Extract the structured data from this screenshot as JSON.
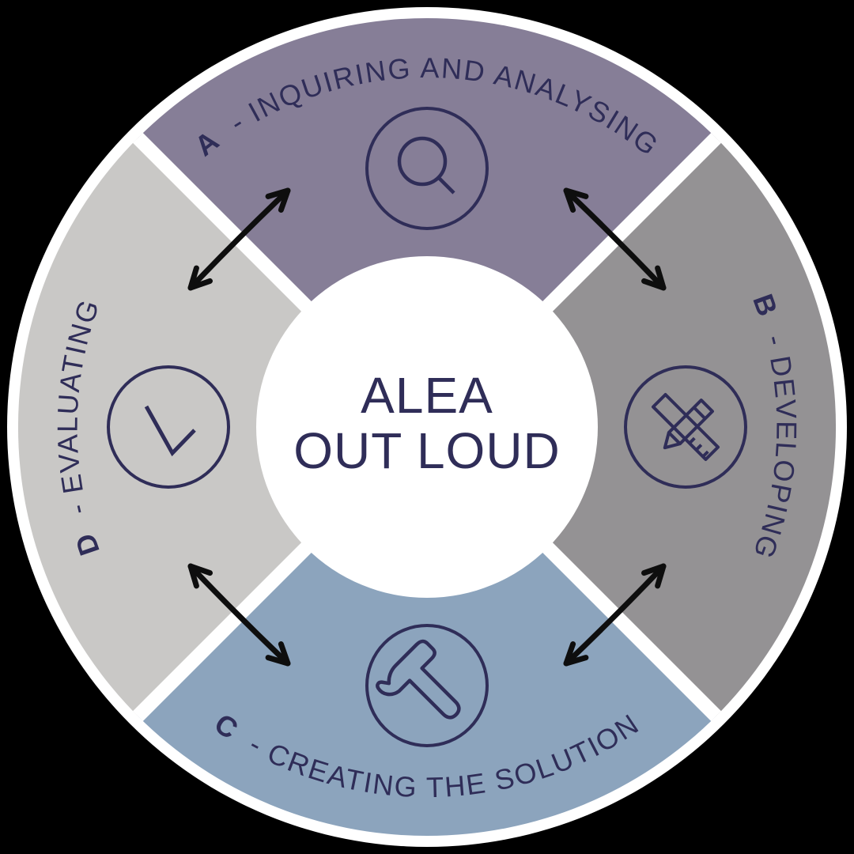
{
  "diagram": {
    "center_title": {
      "line1": "ALEA",
      "line2": "OUT LOUD"
    },
    "quadrants": [
      {
        "letter": "A",
        "label": "- INQUIRING AND ANALYSING",
        "icon": "magnifier-icon",
        "color": "#867e97",
        "position": "top"
      },
      {
        "letter": "B",
        "label": "- DEVELOPING",
        "icon": "pencil-ruler-icon",
        "color": "#949294",
        "position": "right"
      },
      {
        "letter": "C",
        "label": "- CREATING THE SOLUTION",
        "icon": "hammer-icon",
        "color": "#8ca4bd",
        "position": "bottom"
      },
      {
        "letter": "D",
        "label": "- EVALUATING",
        "icon": "check-icon",
        "color": "#c9c8c6",
        "position": "left"
      }
    ],
    "colors": {
      "background": "#000000",
      "ring": "#ffffff",
      "text": "#2f2d58",
      "arrow": "#0e0e0e"
    }
  }
}
